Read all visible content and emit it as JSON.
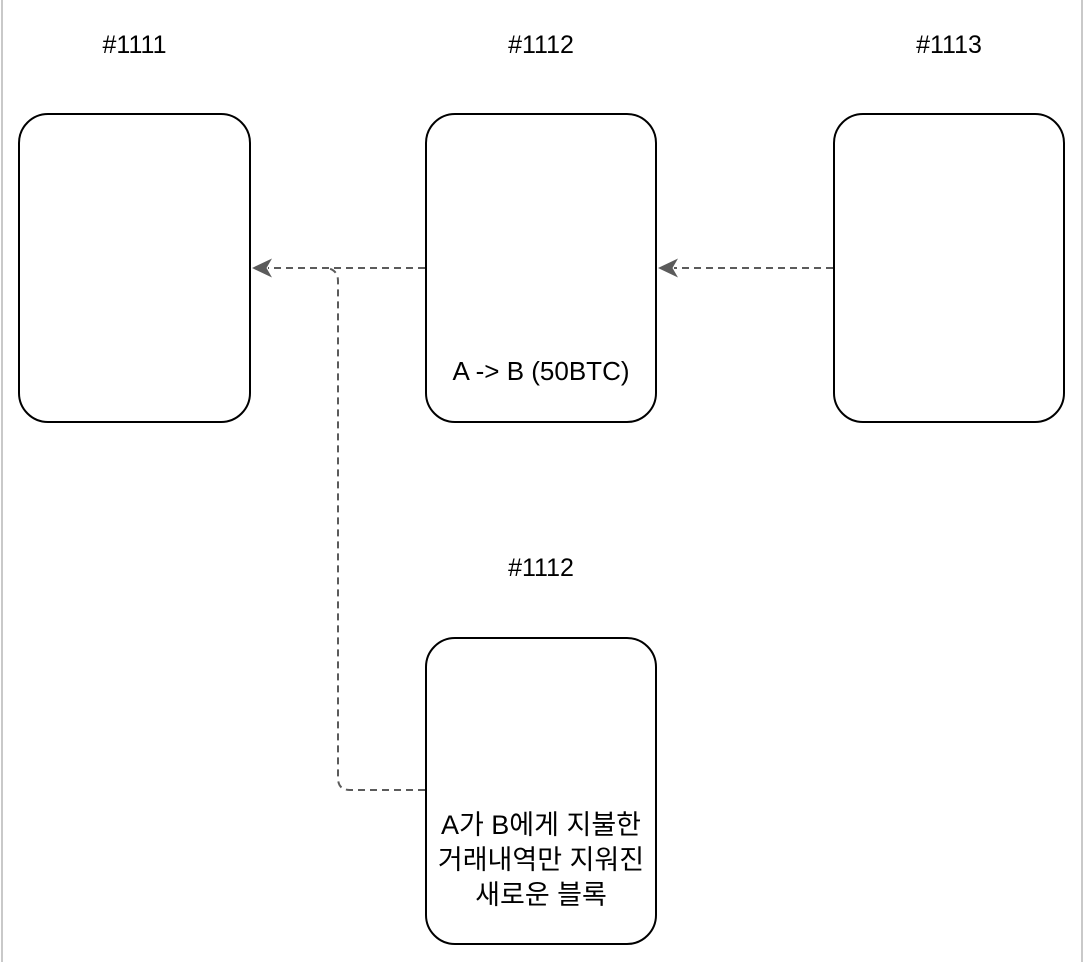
{
  "diagram": {
    "title_labels": {
      "block_1111": "#1111",
      "block_1112_top": "#1112",
      "block_1113": "#1113",
      "block_1112_new": "#1112"
    },
    "blocks": {
      "block_1112_top": {
        "content": "A -> B (50BTC)"
      },
      "block_1112_new": {
        "line1": "A가 B에게 지불한",
        "line2": "거래내역만 지워진",
        "line3": "새로운 블록"
      }
    },
    "connectors": [
      {
        "name": "block-1113-to-1112",
        "style": "dashed-arrow",
        "direction": "left"
      },
      {
        "name": "block-1112-to-1111",
        "style": "dashed-arrow",
        "direction": "left"
      },
      {
        "name": "new-block-branch-to-1111",
        "style": "dashed-elbow",
        "direction": "up-left"
      }
    ],
    "colors": {
      "block_border": "#000000",
      "connector_gray": "#5b5b5b",
      "page_edge_gray": "#c9c9c9",
      "background": "#ffffff",
      "text": "#000000"
    }
  }
}
